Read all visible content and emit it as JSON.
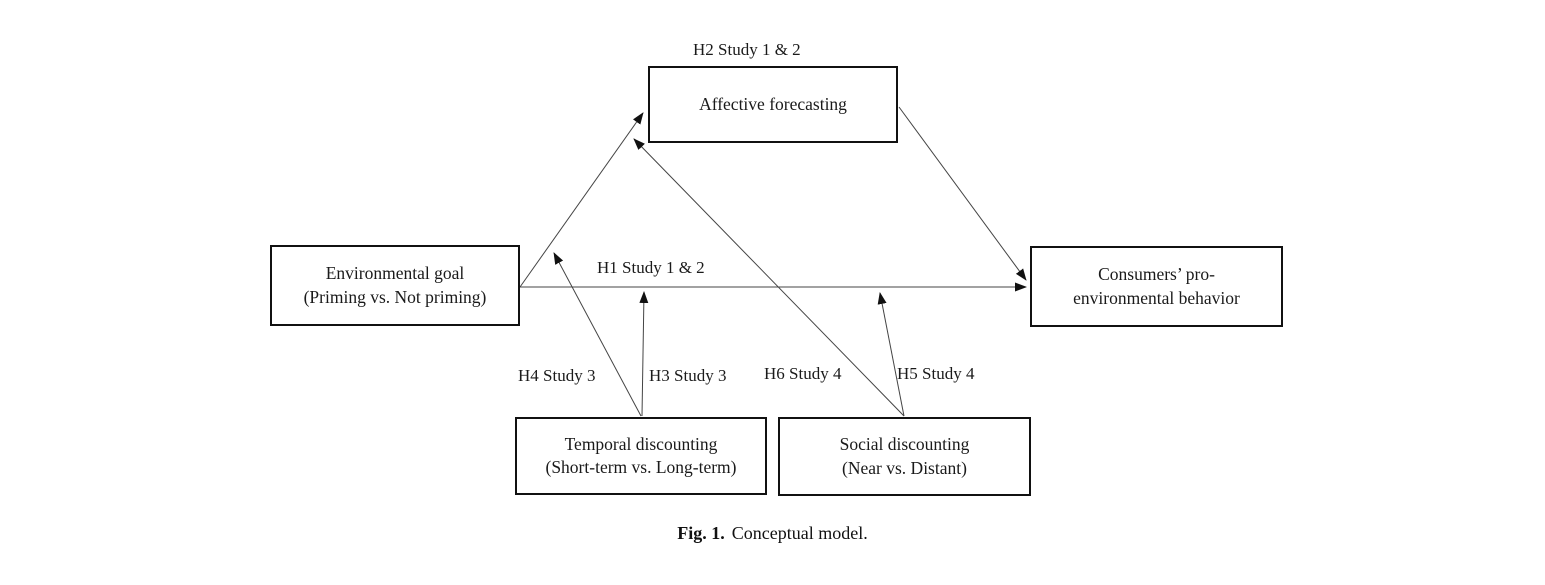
{
  "figure": {
    "caption_label": "Fig. 1.",
    "caption_text": "Conceptual model."
  },
  "nodes": {
    "affective": {
      "line1": "Affective forecasting"
    },
    "environmental": {
      "line1": "Environmental goal",
      "line2": "(Priming vs. Not priming)"
    },
    "consumers": {
      "line1": "Consumers’ pro-",
      "line2": "environmental behavior"
    },
    "temporal": {
      "line1": "Temporal discounting",
      "line2": "(Short-term vs. Long-term)"
    },
    "social": {
      "line1": "Social discounting",
      "line2": "(Near vs. Distant)"
    }
  },
  "edge_labels": {
    "h2": "H2 Study 1 & 2",
    "h1": "H1 Study 1 & 2",
    "h4": "H4 Study 3",
    "h3": "H3 Study 3",
    "h6": "H6 Study 4",
    "h5": "H5 Study 4"
  },
  "edges": [
    {
      "id": "env-to-affective",
      "from": "environmental",
      "to": "affective",
      "label": "H2 Study 1 & 2"
    },
    {
      "id": "affective-to-consumers",
      "from": "affective",
      "to": "consumers",
      "label": "H2 Study 1 & 2"
    },
    {
      "id": "env-to-consumers",
      "from": "environmental",
      "to": "consumers",
      "label": "H1 Study 1 & 2"
    },
    {
      "id": "temporal-moderates-env-affective-path",
      "from": "temporal",
      "to": "path env-to-affective",
      "label": "H4 Study 3"
    },
    {
      "id": "temporal-moderates-env-consumers-path",
      "from": "temporal",
      "to": "path env-to-consumers",
      "label": "H3 Study 3"
    },
    {
      "id": "social-moderates-env-affective-path",
      "from": "social",
      "to": "path env-to-affective",
      "label": "H6 Study 4"
    },
    {
      "id": "social-moderates-env-consumers-path",
      "from": "social",
      "to": "path env-to-consumers",
      "label": "H5 Study 4"
    }
  ],
  "colors": {
    "background": "#ffffff",
    "line": "#444444",
    "arrowhead": "#111111",
    "box_border": "#111111",
    "text": "#1a1a1a"
  }
}
